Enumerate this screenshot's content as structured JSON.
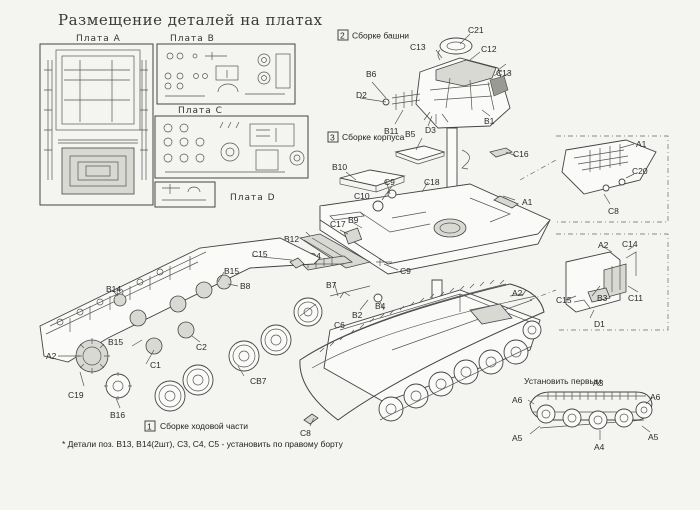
{
  "title": "Размещение деталей на платах",
  "sprues": {
    "a": "Плата A",
    "b": "Плата B",
    "c": "Плата C",
    "d": "Плата D"
  },
  "steps": [
    {
      "num": "1",
      "text": "Сборке ходовой части"
    },
    {
      "num": "2",
      "text": "Сборке башни"
    },
    {
      "num": "3",
      "text": "Сборке корпуса"
    }
  ],
  "note": "* Детали поз. B13, B14(2шт), C3, C4, C5 - установить по правому борту",
  "install_first": "Установить первым",
  "parts": {
    "c21": "C21",
    "c13a": "C13",
    "c12": "C12",
    "c13b": "C13",
    "b6": "B6",
    "d2": "D2",
    "b11": "B11",
    "d3": "D3",
    "b1": "B1",
    "b5": "B5",
    "c16": "C16",
    "a1a": "A1",
    "c20": "C20",
    "c8a": "C8",
    "b10": "B10",
    "c10": "C10",
    "c9a": "C9",
    "c18": "C18",
    "a1b": "A1",
    "c17": "C17",
    "b9": "B9",
    "b12": "B12",
    "c15a": "C15",
    "d4": "D4",
    "c9b": "C9",
    "b15a": "B15",
    "b8": "B8",
    "b14": "B14",
    "c6": "C6",
    "b7": "B7",
    "b2": "B2",
    "b4": "B4",
    "a2a": "A2",
    "b15b": "B15",
    "c2": "C2",
    "a2b": "A2",
    "c1": "C1",
    "cb7": "CB7",
    "c19": "C19",
    "b16": "B16",
    "c8b": "C8",
    "a2c": "A2",
    "c14": "C14",
    "b3": "B3",
    "c11": "C11",
    "c15b": "C15",
    "d1": "D1",
    "a3": "A3",
    "a6a": "A6",
    "a6b": "A6",
    "a5a": "A5",
    "a5b": "A5",
    "a4": "A4"
  }
}
